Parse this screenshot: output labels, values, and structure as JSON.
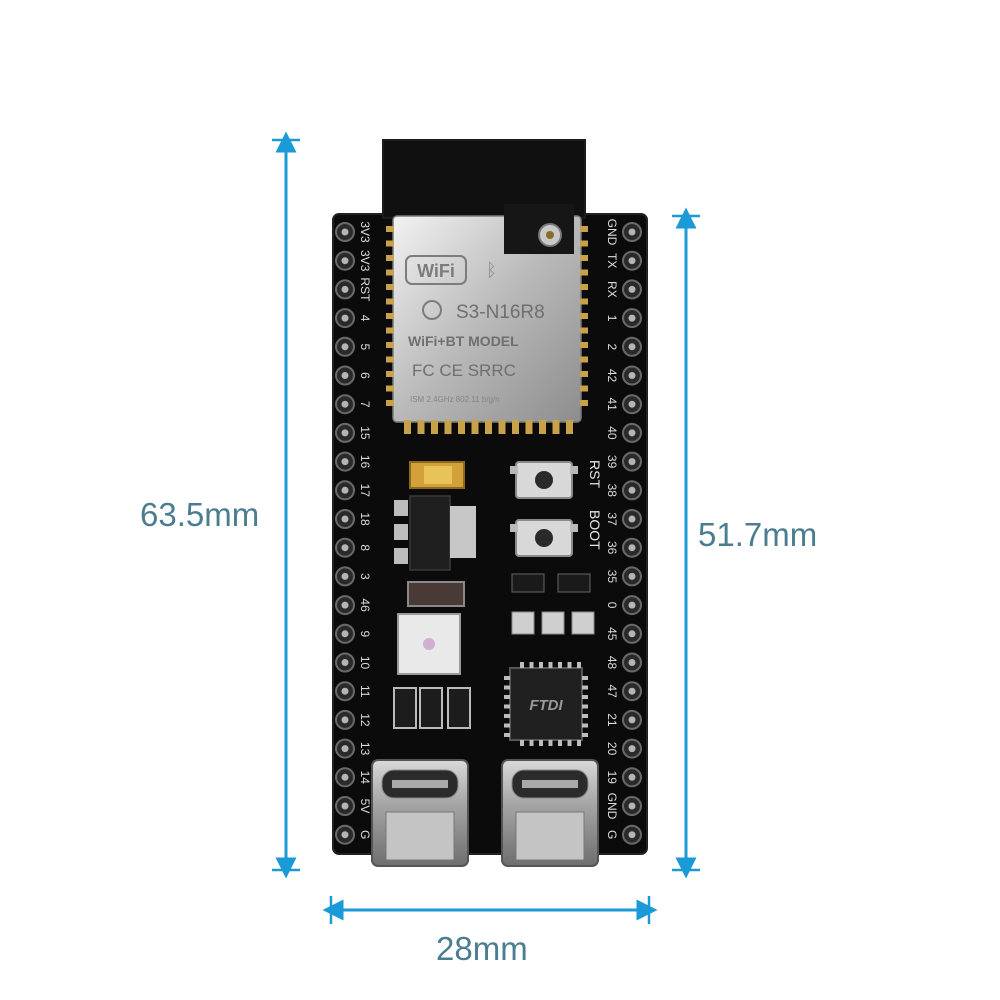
{
  "dimensions": {
    "height": "63.5mm",
    "pin_span": "51.7mm",
    "width": "28mm",
    "line_color": "#1a9ad6",
    "text_color": "#4a7d8f"
  },
  "board": {
    "module_model": "S3-N16R8",
    "module_subtitle": "WiFi+BT MODEL",
    "wifi_logo": "WiFi",
    "certs": "FC CE SRRC",
    "module_fineprint": "ISM 2.4GHz 802.11 b/g/n",
    "button_rst": "RST",
    "button_boot": "BOOT",
    "chip_logo": "FTDI",
    "pcb_color": "#0b0b0b",
    "left_pins": [
      "3V3",
      "3V3",
      "RST",
      "4",
      "5",
      "6",
      "7",
      "15",
      "16",
      "17",
      "18",
      "8",
      "3",
      "46",
      "9",
      "10",
      "11",
      "12",
      "13",
      "14",
      "5V",
      "G"
    ],
    "right_pins": [
      "GND",
      "TX",
      "RX",
      "1",
      "2",
      "42",
      "41",
      "40",
      "39",
      "38",
      "37",
      "36",
      "35",
      "0",
      "45",
      "48",
      "47",
      "21",
      "20",
      "19",
      "GND",
      "G"
    ]
  }
}
